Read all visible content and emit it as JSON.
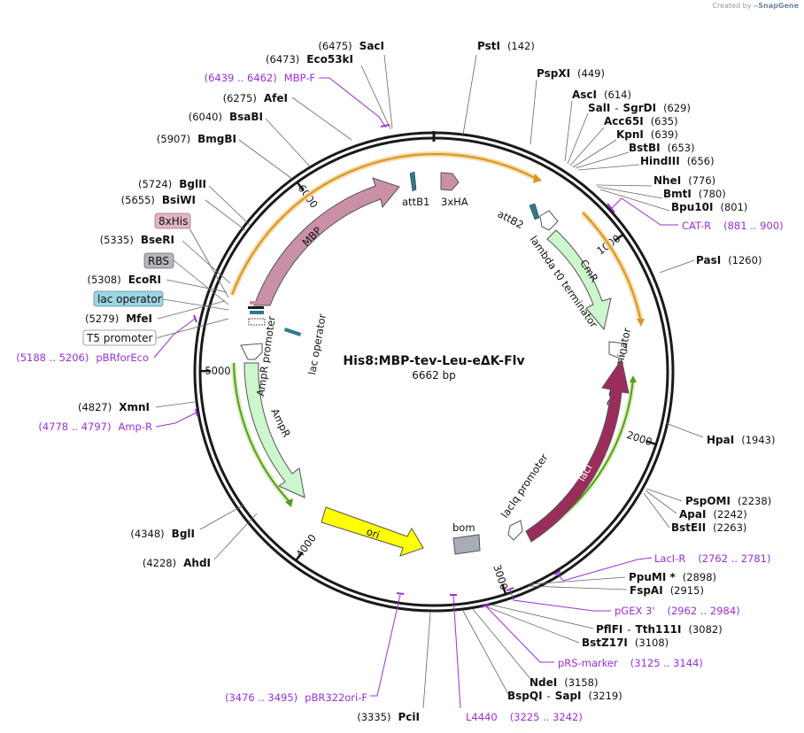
{
  "credit": {
    "prefix": "Created by",
    "brand": "SnapGene"
  },
  "plasmid": {
    "name": "His8:MBP-tev-Leu-eΔK-Flv",
    "length": "6662 bp",
    "total_bp": 6662
  },
  "ticks": [
    {
      "label": "1000",
      "bp": 1000
    },
    {
      "label": "2000",
      "bp": 2000
    },
    {
      "label": "3000",
      "bp": 3000
    },
    {
      "label": "4000",
      "bp": 4000
    },
    {
      "label": "5000",
      "bp": 5000
    },
    {
      "label": "6000",
      "bp": 6000
    }
  ],
  "enzymes_right": [
    {
      "name": "PstI",
      "pos": "(142)",
      "bp": 142
    },
    {
      "name": "PspXI",
      "pos": "(449)",
      "bp": 449
    },
    {
      "name": "AscI",
      "pos": "(614)",
      "bp": 614
    },
    {
      "name": "SalI",
      "pos": "(629)",
      "bp": 629,
      "name2": "SgrDI"
    },
    {
      "name": "Acc65I",
      "pos": "(635)",
      "bp": 635
    },
    {
      "name": "KpnI",
      "pos": "(639)",
      "bp": 639
    },
    {
      "name": "BstBI",
      "pos": "(653)",
      "bp": 653
    },
    {
      "name": "HindIII",
      "pos": "(656)",
      "bp": 656
    },
    {
      "name": "NheI",
      "pos": "(776)",
      "bp": 776
    },
    {
      "name": "BmtI",
      "pos": "(780)",
      "bp": 780
    },
    {
      "name": "Bpu10I",
      "pos": "(801)",
      "bp": 801
    },
    {
      "name": "PasI",
      "pos": "(1260)",
      "bp": 1260
    },
    {
      "name": "HpaI",
      "pos": "(1943)",
      "bp": 1943
    },
    {
      "name": "PspOMI",
      "pos": "(2238)",
      "bp": 2238
    },
    {
      "name": "ApaI",
      "pos": "(2242)",
      "bp": 2242
    },
    {
      "name": "BstEII",
      "pos": "(2263)",
      "bp": 2263
    },
    {
      "name": "PpuMI *",
      "pos": "(2898)",
      "bp": 2898
    },
    {
      "name": "FspAI",
      "pos": "(2915)",
      "bp": 2915
    },
    {
      "name": "PflFI",
      "pos": "(3082)",
      "bp": 3082,
      "name2": "Tth111I"
    },
    {
      "name": "BstZ17I",
      "pos": "(3108)",
      "bp": 3108
    },
    {
      "name": "NdeI",
      "pos": "(3158)",
      "bp": 3158
    },
    {
      "name": "BspQI",
      "pos": "(3219)",
      "bp": 3219,
      "name2": "SapI"
    }
  ],
  "enzymes_left": [
    {
      "name": "SacI",
      "pos": "(6475)",
      "bp": 6475
    },
    {
      "name": "Eco53kI",
      "pos": "(6473)",
      "bp": 6473
    },
    {
      "name": "AfeI",
      "pos": "(6275)",
      "bp": 6275
    },
    {
      "name": "BsaBI",
      "pos": "(6040)",
      "bp": 6040
    },
    {
      "name": "BmgBI",
      "pos": "(5907)",
      "bp": 5907
    },
    {
      "name": "BglII",
      "pos": "(5724)",
      "bp": 5724
    },
    {
      "name": "BsiWI",
      "pos": "(5655)",
      "bp": 5655
    },
    {
      "name": "BseRI",
      "pos": "(5335)",
      "bp": 5335
    },
    {
      "name": "EcoRI",
      "pos": "(5308)",
      "bp": 5308
    },
    {
      "name": "MfeI",
      "pos": "(5279)",
      "bp": 5279
    },
    {
      "name": "XmnI",
      "pos": "(4827)",
      "bp": 4827
    },
    {
      "name": "BglI",
      "pos": "(4348)",
      "bp": 4348
    },
    {
      "name": "AhdI",
      "pos": "(4228)",
      "bp": 4228
    },
    {
      "name": "PciI",
      "pos": "(3335)",
      "bp": 3335
    }
  ],
  "primers": [
    {
      "name": "MBP-F",
      "range": "(6439 .. 6462)"
    },
    {
      "name": "CAT-R",
      "range": "(881 .. 900)"
    },
    {
      "name": "pBRforEco",
      "range": "(5188 .. 5206)"
    },
    {
      "name": "Amp-R",
      "range": "(4778 .. 4797)"
    },
    {
      "name": "LacI-R",
      "range": "(2762 .. 2781)"
    },
    {
      "name": "pGEX 3'",
      "range": "(2962 .. 2984)"
    },
    {
      "name": "pRS-marker",
      "range": "(3125 .. 3144)"
    },
    {
      "name": "pBR322ori-F",
      "range": "(3476 .. 3495)"
    },
    {
      "name": "L4440",
      "range": "(3225 .. 3242)"
    }
  ],
  "boxed_features": [
    {
      "name": "8xHis"
    },
    {
      "name": "RBS"
    },
    {
      "name": "lac operator"
    },
    {
      "name": "T5 promoter"
    }
  ],
  "features": {
    "MBP": "MBP",
    "attB1": "attB1",
    "HA": "3xHA",
    "attB2": "attB2",
    "lambda_t0": "lambda t0 terminator",
    "CmR": "CmR",
    "rrnB": "rrnB T1 terminator",
    "lacI": "lacI",
    "lacIq": "lacIq promoter",
    "bom": "bom",
    "ori": "ori",
    "AmpR": "AmpR",
    "AmpR_promoter": "AmpR promoter",
    "lac_operator_inner": "lac operator"
  },
  "colors": {
    "backbone": "#1a1a1a",
    "MBP": "#c990a8",
    "HA": "#c990a8",
    "att": "#2e7a8a",
    "CmR": "#ccf7cc",
    "lacI": "#9a2d5c",
    "ori": "#ffff00",
    "bom": "#a8adb8",
    "AmpR": "#ccf7cc",
    "orf_orange": "#d9951e",
    "orf_green": "#5a9a1a",
    "primer": "#9b30d6",
    "his_box": "#e3b3c4",
    "rbs_box": "#b3b6bd",
    "lacop_box": "#9ed4e3"
  }
}
